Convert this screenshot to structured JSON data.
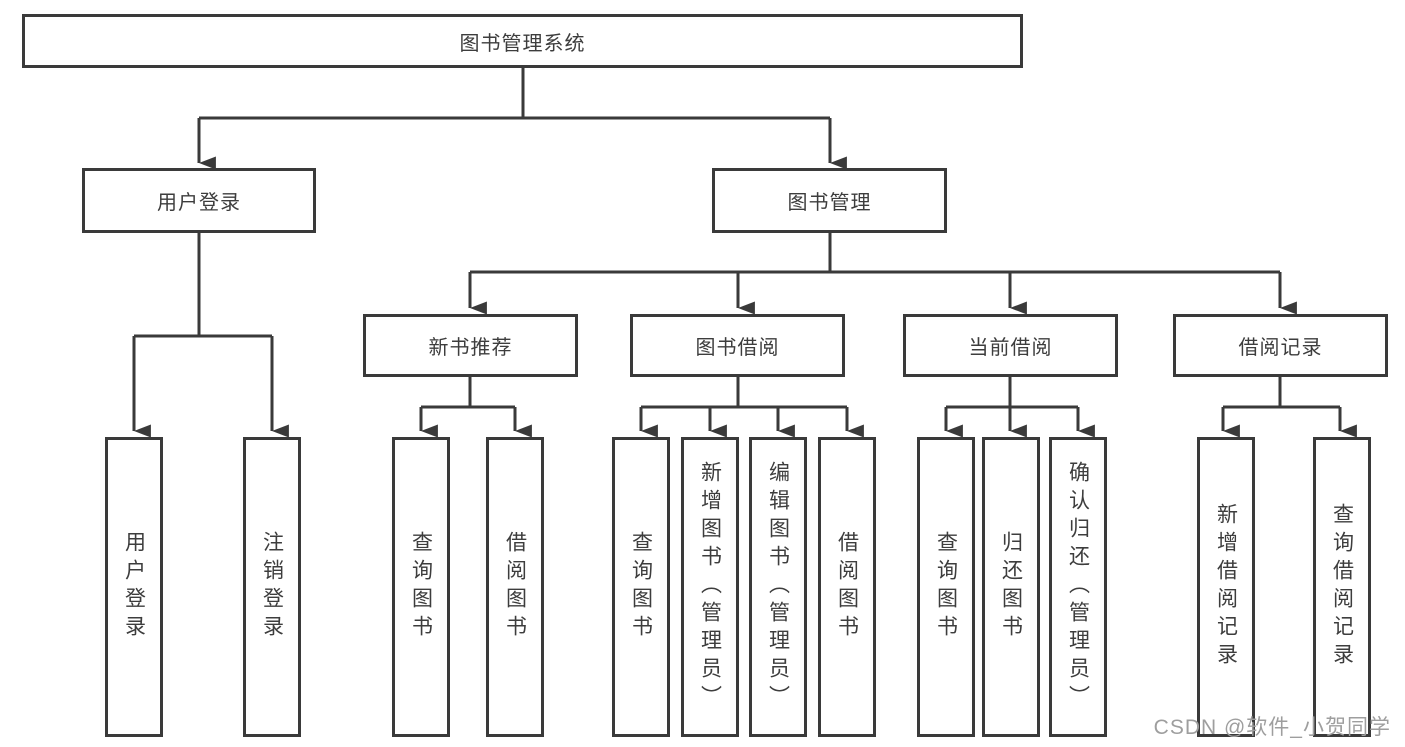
{
  "diagram": {
    "root": {
      "label": "图书管理系统"
    },
    "level2": [
      {
        "id": "user-login",
        "label": "用户登录"
      },
      {
        "id": "book-management",
        "label": "图书管理"
      }
    ],
    "level3": [
      {
        "id": "new-book-recommend",
        "label": "新书推荐"
      },
      {
        "id": "book-borrow",
        "label": "图书借阅"
      },
      {
        "id": "current-borrow",
        "label": "当前借阅"
      },
      {
        "id": "borrow-records",
        "label": "借阅记录"
      }
    ],
    "leaves": [
      {
        "id": "user-login-leaf",
        "label": "用户登录"
      },
      {
        "id": "logout",
        "label": "注销登录"
      },
      {
        "id": "query-books-recommend",
        "label": "查询图书"
      },
      {
        "id": "borrow-books-recommend",
        "label": "借阅图书"
      },
      {
        "id": "query-books-borrow",
        "label": "查询图书"
      },
      {
        "id": "add-books-admin",
        "label": "新增图书（管理员）"
      },
      {
        "id": "edit-books-admin",
        "label": "编辑图书（管理员）"
      },
      {
        "id": "borrow-books",
        "label": "借阅图书"
      },
      {
        "id": "query-books-current",
        "label": "查询图书"
      },
      {
        "id": "return-books",
        "label": "归还图书"
      },
      {
        "id": "confirm-return-admin",
        "label": "确认归还（管理员）"
      },
      {
        "id": "add-borrow-record",
        "label": "新增借阅记录"
      },
      {
        "id": "query-borrow-record",
        "label": "查询借阅记录"
      }
    ]
  },
  "watermark": {
    "text": "CSDN @软件_小贺同学"
  },
  "colors": {
    "line": "#3a3a3a",
    "text": "#3d3d3d",
    "watermark": "#9e9e9e",
    "background": "#ffffff"
  }
}
